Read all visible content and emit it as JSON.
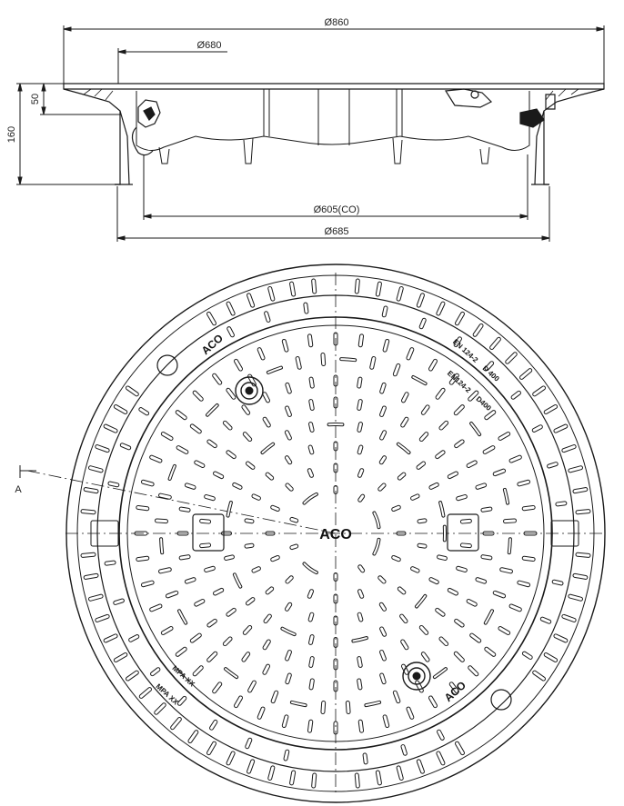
{
  "dimensions": {
    "overall_diameter": "Ø860",
    "inner_diameter": "Ø680",
    "clear_opening": "Ø605(CO)",
    "frame_diameter": "Ø685",
    "overall_height": "160",
    "cover_depth": "50"
  },
  "section_marker": "A",
  "cover_markings": {
    "brand": "ACO",
    "standard_top": "EN 124-2",
    "class_top": "D 400",
    "standard_second": "EN124-2",
    "class_second": "D400",
    "batch_code_1": "MPA XX",
    "batch_code_2": "MPA XX"
  },
  "colors": {
    "line": "#1a1a1a",
    "paper": "#ffffff"
  }
}
